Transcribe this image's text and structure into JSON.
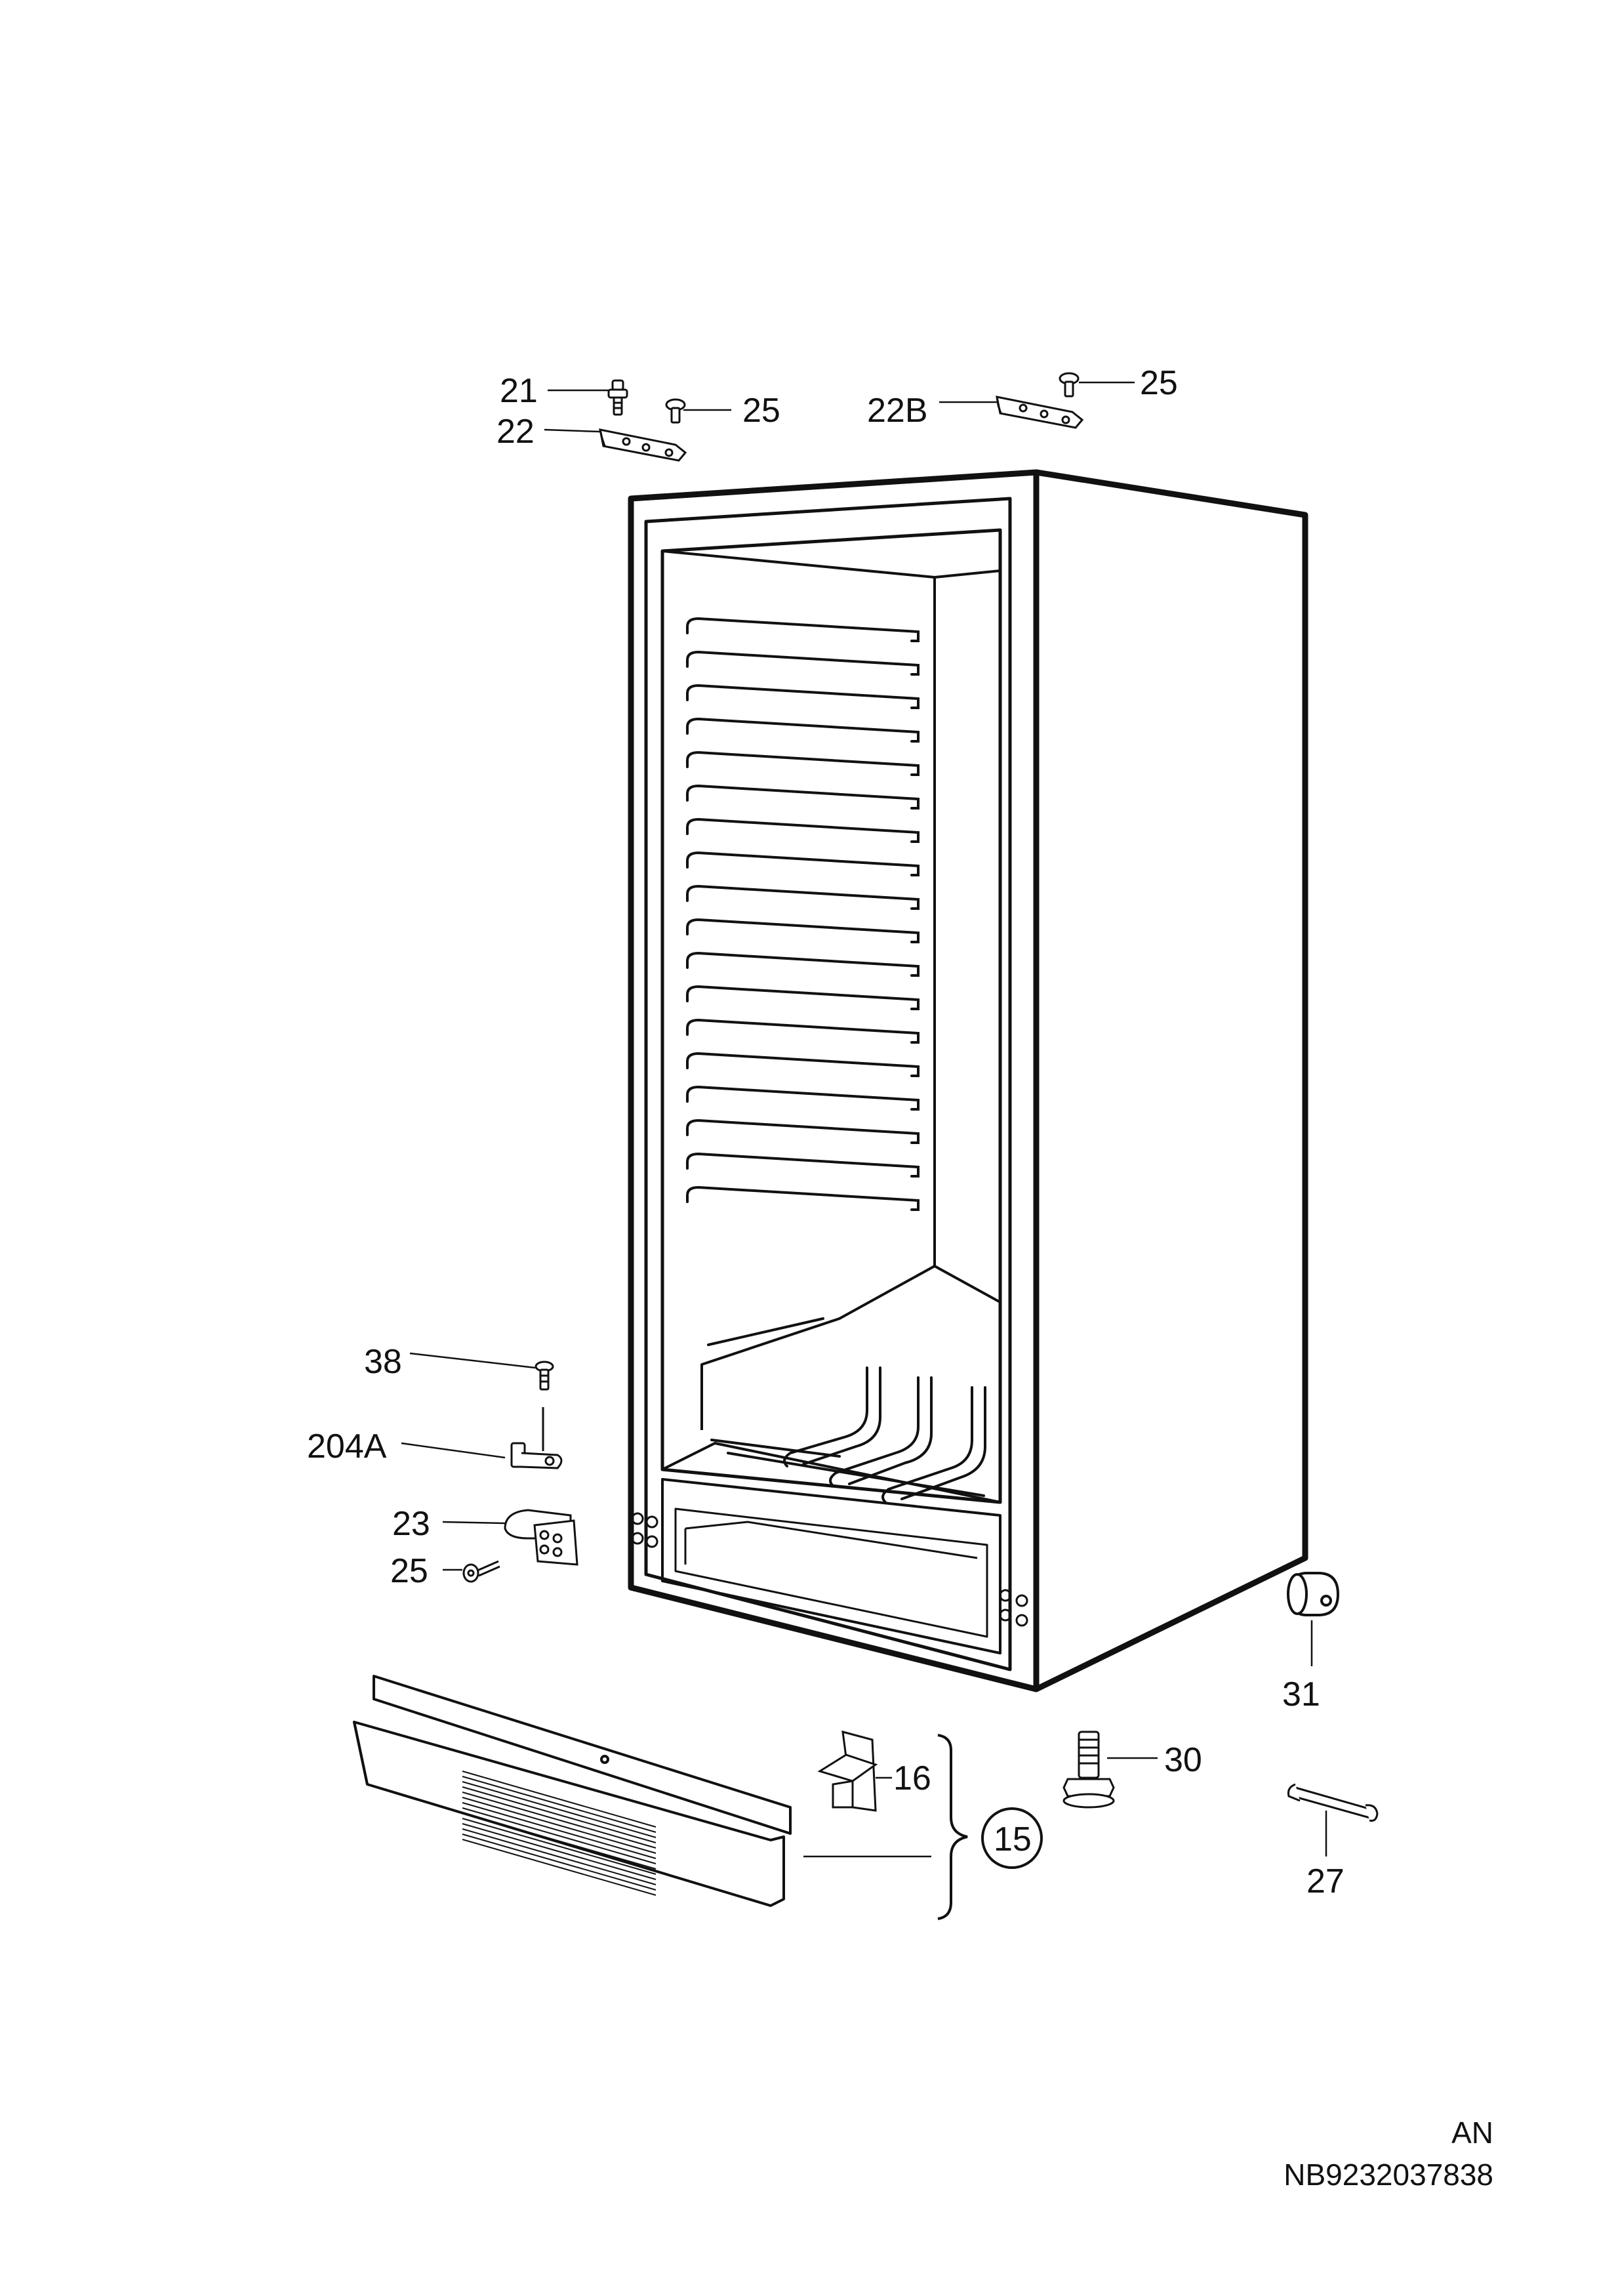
{
  "labels": {
    "p21": "21",
    "p22": "22",
    "p25_top_left": "25",
    "p22b": "22B",
    "p25_top_right": "25",
    "p38": "38",
    "p204a": "204A",
    "p23": "23",
    "p25_bottom": "25",
    "p31": "31",
    "p16": "16",
    "p15": "15",
    "p30": "30",
    "p27": "27"
  },
  "footer": {
    "region_code": "AN",
    "document_code": "NB9232037838"
  }
}
